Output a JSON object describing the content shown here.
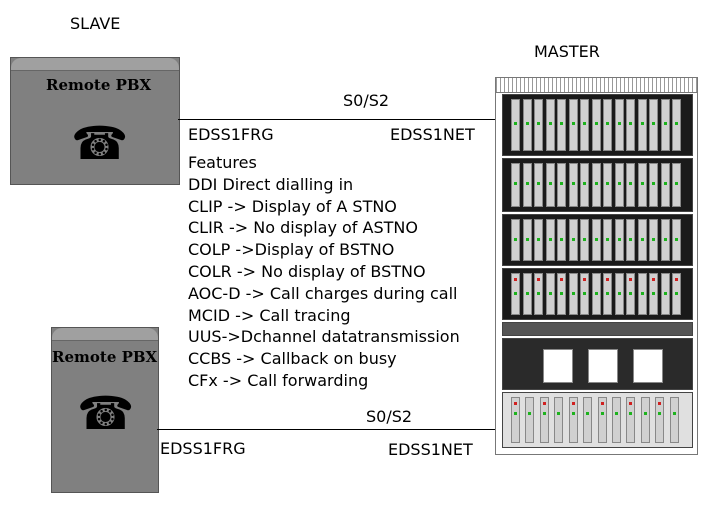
{
  "slave_label": "SLAVE",
  "master_label": "MASTER",
  "pbx_top": {
    "title": "Remote PBX",
    "icon": "telephone-icon"
  },
  "pbx_bottom": {
    "title": "Remote PBX",
    "icon": "telephone-icon"
  },
  "link_top": {
    "protocol": "S0/S2",
    "left_end": "EDSS1FRG",
    "right_end": "EDSS1NET"
  },
  "link_bottom": {
    "protocol": "S0/S2",
    "left_end": "EDSS1FRG",
    "right_end": "EDSS1NET"
  },
  "features": [
    "Features",
    "DDI Direct dialling in",
    "CLIP -> Display of A STNO",
    "CLIR -> No display of ASTNO",
    "COLP ->Display of BSTNO",
    "COLR -> No display of BSTNO",
    "AOC-D -> Call charges during call",
    "MCID -> Call tracing",
    "UUS->Dchannel datatransmission",
    "CCBS -> Callback on busy",
    "CFx -> Call forwarding"
  ],
  "colors": {
    "pbx_body": "#808080",
    "led_green": "#1db31d",
    "led_red": "#d02020"
  }
}
